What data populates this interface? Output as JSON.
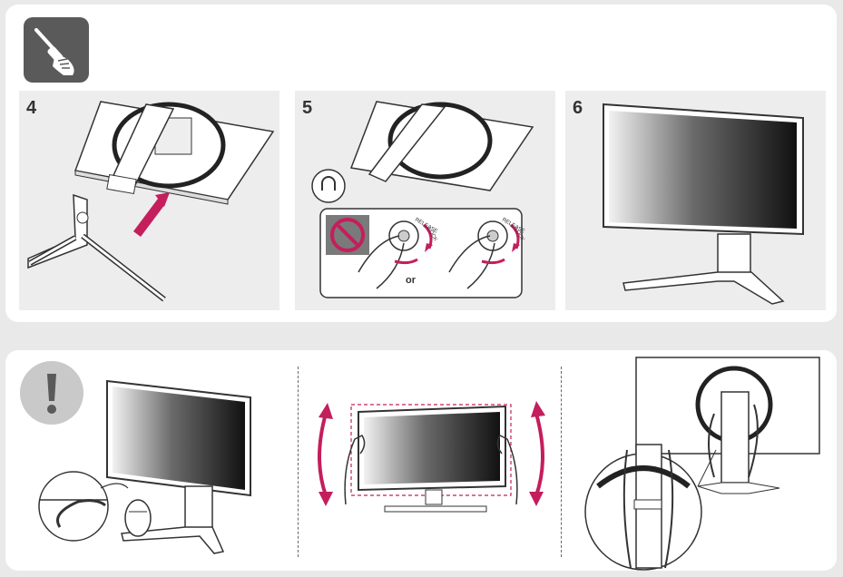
{
  "steps": [
    {
      "number": "4"
    },
    {
      "number": "5",
      "or_label": "or",
      "release_label": "RELEASE",
      "lock_label": "LOCK"
    },
    {
      "number": "6"
    }
  ],
  "icons": {
    "tool": "screwdriver-hand-icon",
    "caution": "exclamation-icon",
    "lock": "lock-icon",
    "no_tool": "prohibited-tool-icon"
  },
  "colors": {
    "accent": "#c41e5c",
    "badge_dark": "#5a5a5a",
    "badge_light": "#c9c9c9",
    "panel_bg": "#ededed"
  }
}
